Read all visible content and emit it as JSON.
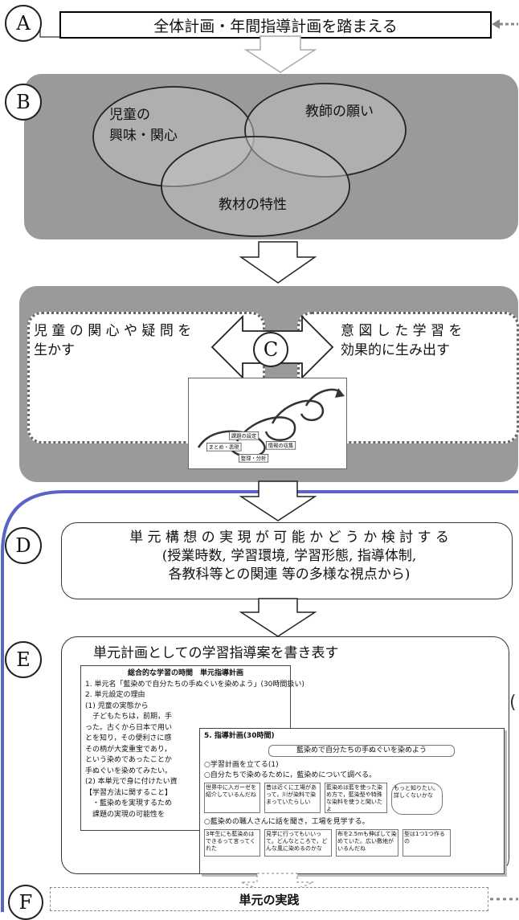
{
  "labels": {
    "a": "A",
    "b": "B",
    "c": "C",
    "d": "D",
    "e": "E",
    "f": "F"
  },
  "a": {
    "text": "全体計画・年間指導計画を踏まえる"
  },
  "b": {
    "circle1_line1": "児童の",
    "circle1_line2": "興味・関心",
    "circle2": "教師の願い",
    "circle3": "教材の特性"
  },
  "c": {
    "left_line1": "児 童 の 関 心 や 疑 問 を",
    "left_line2": "生かす",
    "right_line1": "意 図 し た 学 習 を",
    "right_line2": "効果的に生み出す",
    "spiral_labels": [
      "課題の設定",
      "情報の収集",
      "整理・分析",
      "まとめ・表現"
    ]
  },
  "d": {
    "line1": "単 元 構 想 の 実 現 が 可 能 か ど う か 検 討 す る",
    "line2": "(授業時数, 学習環境, 学習形態, 指導体制,",
    "line3": "各教科等との関連 等の多様な視点から)"
  },
  "e": {
    "title": "単元計画としての学習指導案を書き表す",
    "doc1": {
      "title": "総合的な学習の時間　単元指導計画",
      "lines": [
        "1. 単元名「藍染めで自分たちの手ぬぐいを染めよう」(30時間扱い)",
        "2. 単元設定の理由",
        "(1) 児童の実態から",
        "　子どもたちは，前期，手",
        "った。古くから日本で用い",
        "とを知り，その便利さに感",
        "その柄が大変重宝であり，",
        "という染めであったことか",
        "手ぬぐいを染めてみたい。",
        "(2) 本単元で身に付けたい資",
        "【学習方法に関すること】",
        "　・藍染めを実現するため",
        "　課題の実現の可能性を"
      ]
    },
    "doc2": {
      "header": "5. 指導計画(30時間)",
      "banner": "藍染めで自分たちの手ぬぐいを染めよう",
      "item1": "○学習計画を立てる(1)",
      "item2": "○自分たちで染めるために，藍染めについて調べる。",
      "cells1": [
        "世界中に入ガーゼを紹介しているんだね",
        "昔は近くに工場があって，川が染料で染まっていたらしい",
        "藍染めは藍を使った染め方で，藍染型や特殊な染料を使うと聞いたよ"
      ],
      "cloud": "もっと知りたい。詳しくないかな",
      "item3": "○藍染めの職人さんに話を聞き，工場を見学する。",
      "cells2": [
        "3年生にも藍染めはできるって言ってくれた",
        "見学に行ってもいいって。どんなところで，どんな風に染めるのかな",
        "布を2.5mも伸ばして染めていた。広い敷地がいるんだね",
        "型は1つ1つ作るの"
      ]
    }
  },
  "f": {
    "text": "単元の実践"
  }
}
